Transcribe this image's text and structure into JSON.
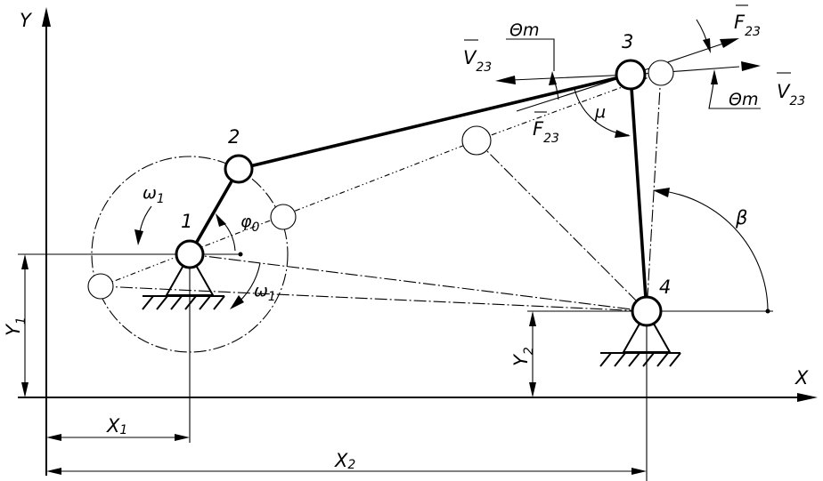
{
  "axes": {
    "y_label": "Y",
    "x_label": "X"
  },
  "joints": {
    "j1": "1",
    "j2": "2",
    "j3": "3",
    "j4": "4"
  },
  "labels": {
    "omega_top": "ω",
    "omega_top_sub": "1",
    "omega_bottom": "ω",
    "omega_bottom_sub": "1",
    "phi": "φ",
    "phi_sub": "0",
    "mu": "μ",
    "beta": "β",
    "theta_m_top": "Θm",
    "theta_m_right": "Θm",
    "v23_left": "V",
    "v23_left_sub": "23",
    "v23_right": "V",
    "v23_right_sub": "23",
    "f23_top": "F",
    "f23_top_sub": "23",
    "f23_mid": "F",
    "f23_mid_sub": "23"
  },
  "dimensions": {
    "x1": "X",
    "x1_sub": "1",
    "x2": "X",
    "x2_sub": "2",
    "y1": "Y",
    "y1_sub": "1",
    "y2": "Y",
    "y2_sub": "2"
  }
}
